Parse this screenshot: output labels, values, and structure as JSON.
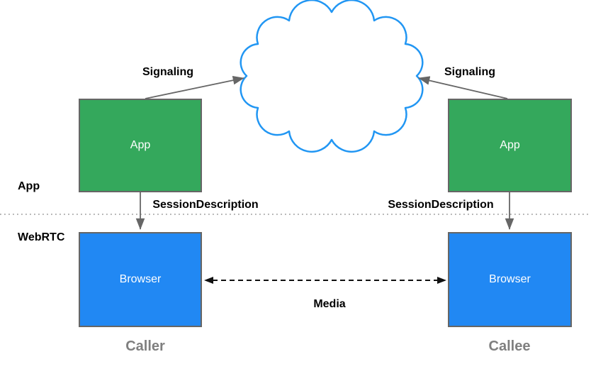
{
  "layers": {
    "app_label": "App",
    "webrtc_label": "WebRTC"
  },
  "nodes": {
    "caller_app": {
      "label": "App"
    },
    "callee_app": {
      "label": "App"
    },
    "caller_browser": {
      "label": "Browser"
    },
    "callee_browser": {
      "label": "Browser"
    },
    "cloud": {
      "name": "signaling-network-cloud"
    }
  },
  "edges": {
    "signaling_left": {
      "label": "Signaling"
    },
    "signaling_right": {
      "label": "Signaling"
    },
    "session_description_left": {
      "label": "SessionDescription"
    },
    "session_description_right": {
      "label": "SessionDescription"
    },
    "media": {
      "label": "Media"
    }
  },
  "captions": {
    "caller": "Caller",
    "callee": "Callee"
  },
  "colors": {
    "app_box_fill": "#34a85c",
    "browser_box_fill": "#2188f3",
    "box_border": "#666666",
    "cloud_stroke": "#2196f3",
    "arrow_gray": "#666666",
    "arrow_black": "#111111",
    "divider_dots": "#999999",
    "caption_gray": "#7f7f7f",
    "box_text": "#ffffff",
    "label_text": "#000000"
  }
}
